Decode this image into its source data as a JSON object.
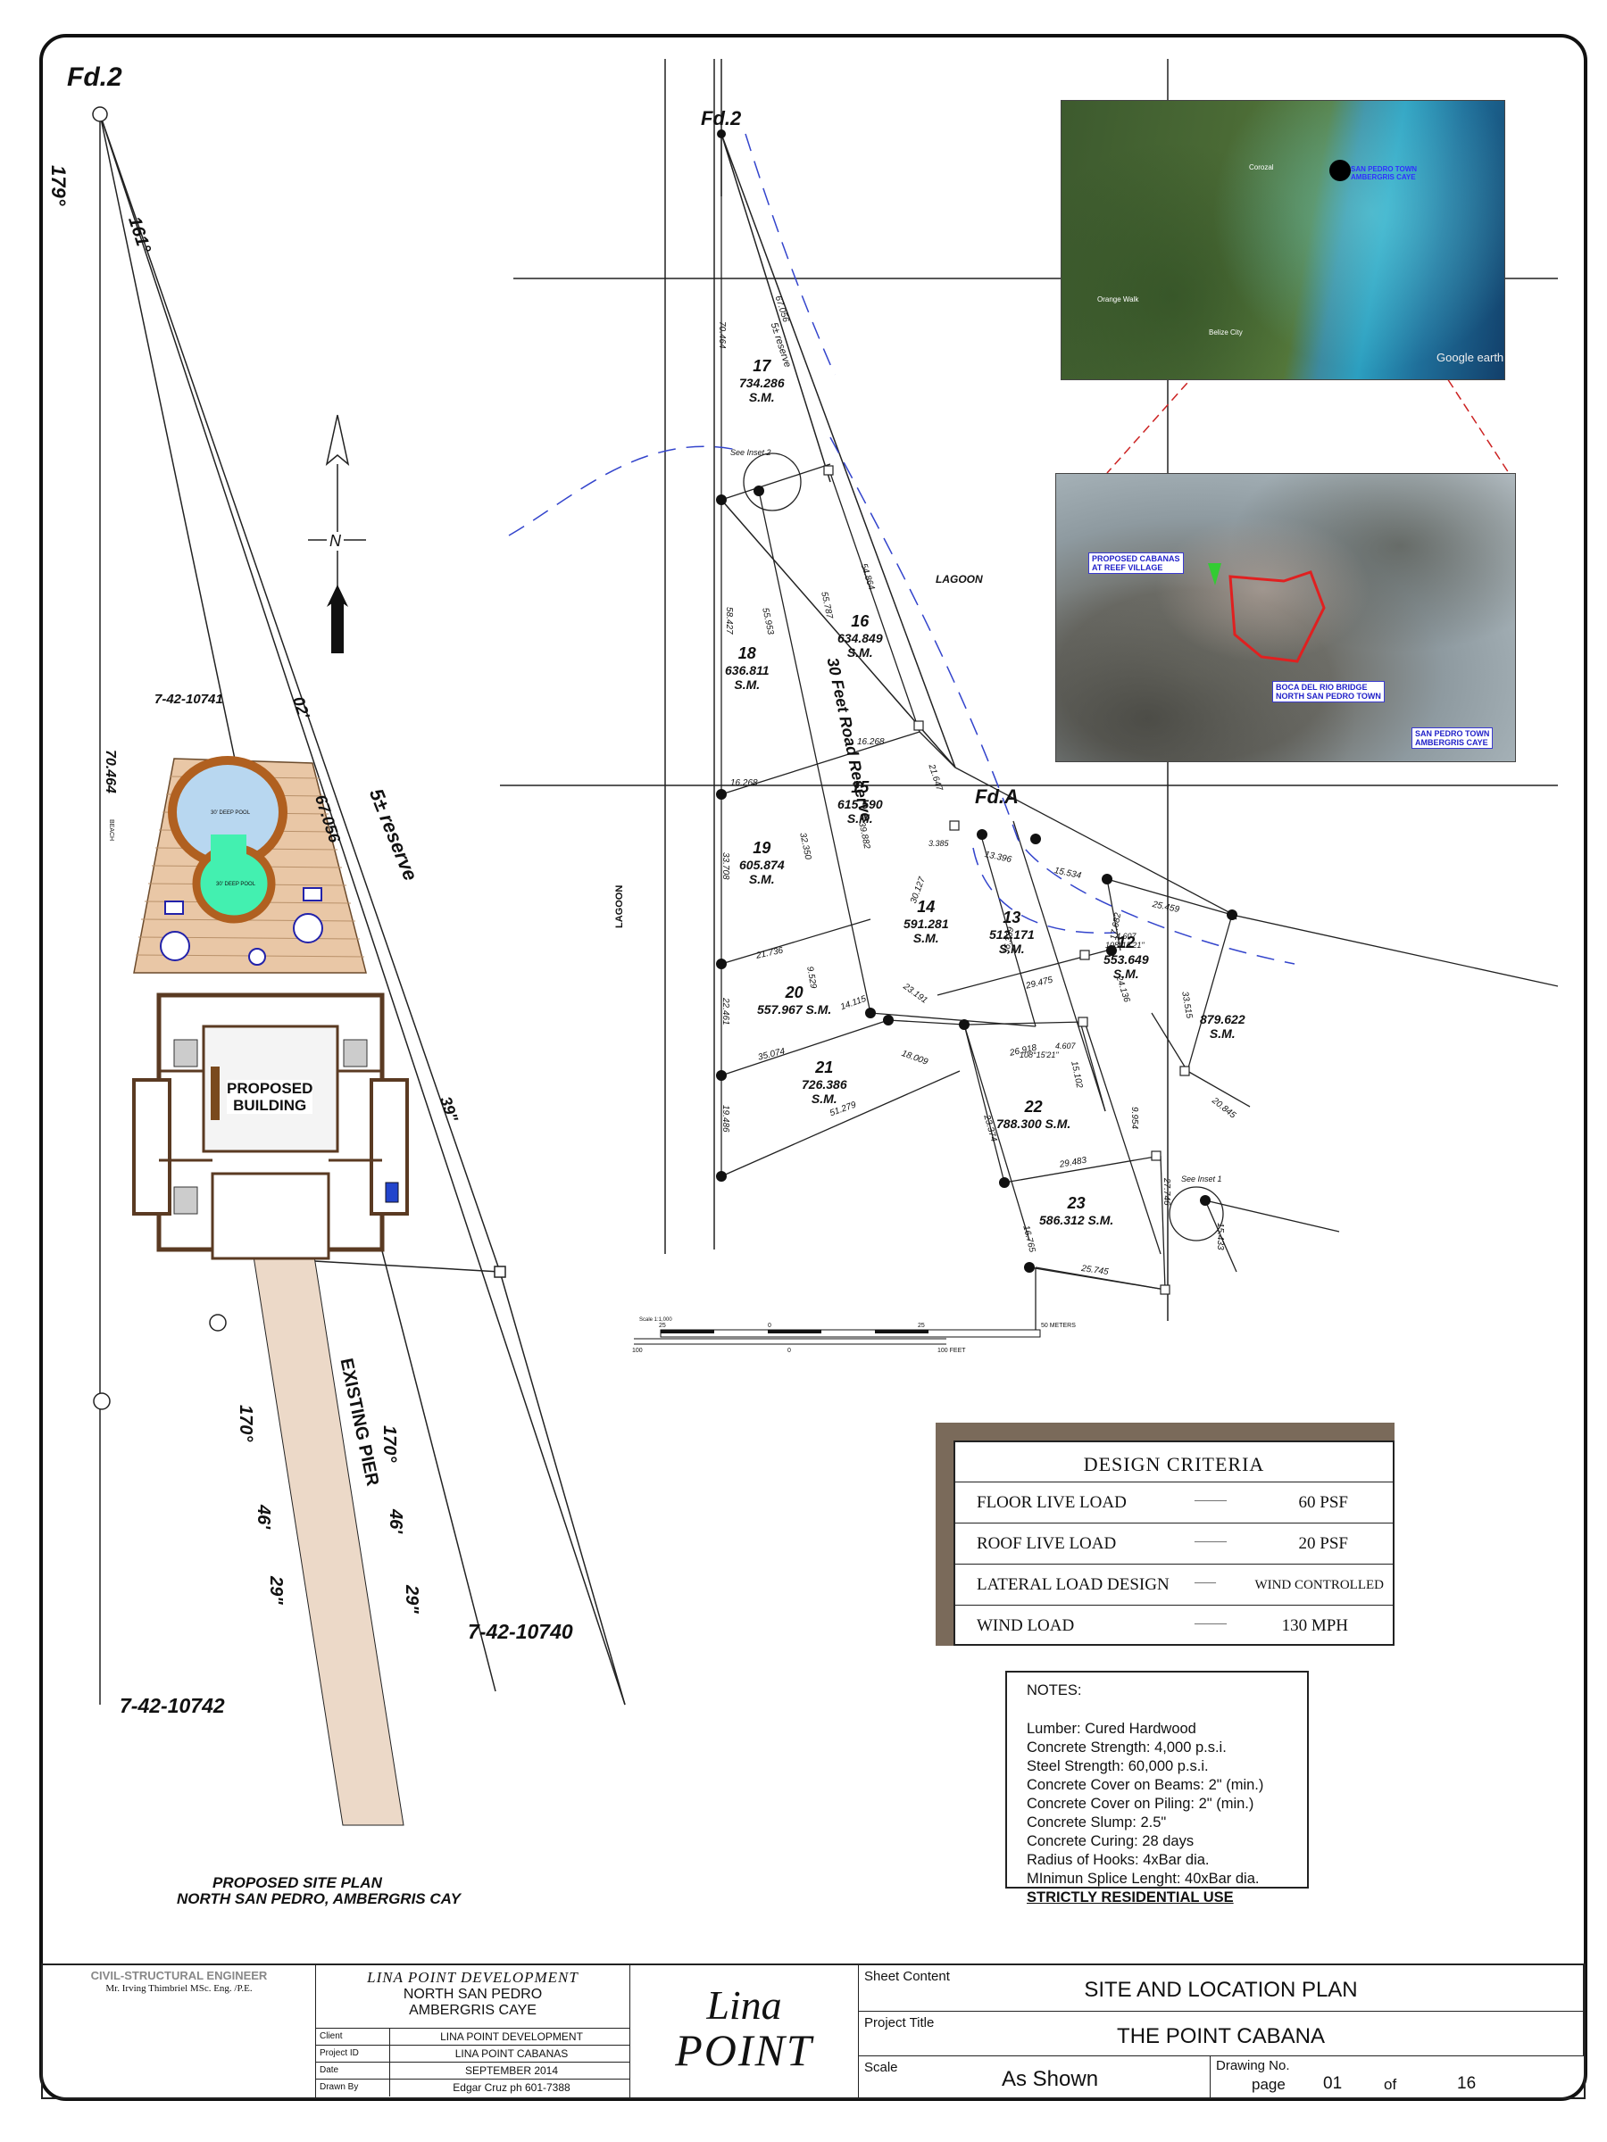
{
  "sheet_labels": {
    "fd2_top_left": "Fd.2",
    "fd2_plan": "Fd.2",
    "fda": "Fd.A",
    "north_arrow": "N",
    "parcel_north": "7-42-10741",
    "parcel_east": "7-42-10740",
    "parcel_west": "7-42-10742",
    "reserve_label": "5± reserve",
    "reserve_small": "5± reserve",
    "existing_pier": "EXISTING PIER",
    "proposed_building": "PROPOSED\nBUILDING",
    "lagoon_1": "LAGOON",
    "lagoon_2": "LAGOON",
    "road_reserve": "30 Feet Road Reserve",
    "see_inset_1": "See Inset 1",
    "see_inset_2": "See Inset 2",
    "site_plan_title_1": "PROPOSED SITE PLAN",
    "site_plan_title_2": "NORTH SAN PEDRO, AMBERGRIS CAY"
  },
  "bearings_left": {
    "b179": "179°",
    "b161": "161°",
    "b02": "02'",
    "b67056": "67.056",
    "b70464": "70.464",
    "b39": "39\"",
    "b170a": "170°",
    "b170b": "170°",
    "b46a": "46'",
    "b46b": "46'",
    "b29a": "29\"",
    "b29b": "29\"",
    "beach": "BEACH",
    "deep_pool": "30' DEEP POOL",
    "shallow_pool": "30' DEEP POOL"
  },
  "lots": [
    {
      "num": "17",
      "area": "734.286",
      "unit": "S.M."
    },
    {
      "num": "16",
      "area": "634.849",
      "unit": "S.M."
    },
    {
      "num": "18",
      "area": "636.811",
      "unit": "S.M."
    },
    {
      "num": "15",
      "area": "615.590",
      "unit": "S.M."
    },
    {
      "num": "19",
      "area": "605.874",
      "unit": "S.M."
    },
    {
      "num": "14",
      "area": "591.281",
      "unit": "S.M."
    },
    {
      "num": "13",
      "area": "512.171",
      "unit": "S.M."
    },
    {
      "num": "12",
      "area": "553.649",
      "unit": "S.M."
    },
    {
      "num": "20",
      "area": "557.967 S.M.",
      "unit": ""
    },
    {
      "num": "21",
      "area": "726.386",
      "unit": "S.M."
    },
    {
      "num": "22",
      "area": "788.300 S.M.",
      "unit": ""
    },
    {
      "num": "23",
      "area": "586.312 S.M.",
      "unit": ""
    },
    {
      "num": "",
      "area": "879.622",
      "unit": "S.M."
    }
  ],
  "dims": {
    "d1": "70.464",
    "d2": "67.056",
    "d3": "58.427",
    "d4": "55.953",
    "d5": "55.787",
    "d6": "54.864",
    "d7": "16.268",
    "d8": "16.268",
    "d9": "39.882",
    "d10": "32.350",
    "d11": "33.708",
    "d12": "21.647",
    "d13": "13.396",
    "d14": "15.534",
    "d15": "25.459",
    "d16": "30.127",
    "d17": "36.339",
    "d18": "17.682",
    "d19": "33.515",
    "d20": "21.736",
    "d21": "9.529",
    "d22": "23.191",
    "d23": "29.475",
    "d24": "24.136",
    "d25": "22.461",
    "d26": "35.074",
    "d27": "14.115",
    "d28": "18.009",
    "d29": "26.918",
    "d30": "15.102",
    "d31": "9.954",
    "d32": "20.845",
    "d33": "19.486",
    "d34": "51.279",
    "d35": "23.374",
    "d36": "29.483",
    "d37": "27.746",
    "d38": "16.765",
    "d39": "25.745",
    "d40": "15.433",
    "d41": "3.385",
    "d42": "4.607",
    "d43": "4.607",
    "d44": "108°15'21\"",
    "d45": "108°15'21\""
  },
  "maps": {
    "map1_label": "SAN PEDRO TOWN\nAMBERGRIS CAYE",
    "map1_brand": "Google earth",
    "map1_place1": "Orange Walk",
    "map1_place2": "Corozal",
    "map1_place3": "Belize City",
    "map2_label1": "PROPOSED CABANAS\nAT REEF VILLAGE",
    "map2_label2": "BOCA DEL RIO BRIDGE\nNORTH SAN PEDRO TOWN",
    "map2_label3": "SAN PEDRO TOWN\nAMBERGRIS CAYE"
  },
  "scale_bar": {
    "title": "Scale 1:1,000",
    "m_ticks": [
      "25",
      "0",
      "25",
      "50 METERS"
    ],
    "ft_ticks": [
      "100",
      "0",
      "100 FEET"
    ]
  },
  "design_criteria": {
    "title": "DESIGN CRITERIA",
    "rows": [
      {
        "label": "FLOOR LIVE LOAD",
        "dash": "———",
        "value": "60 PSF"
      },
      {
        "label": "ROOF LIVE LOAD",
        "dash": "———",
        "value": "20 PSF"
      },
      {
        "label": "LATERAL LOAD DESIGN",
        "dash": "——",
        "value": "WIND CONTROLLED"
      },
      {
        "label": "WIND LOAD",
        "dash": "———",
        "value": "130 MPH"
      }
    ]
  },
  "notes": {
    "title": "NOTES:",
    "lines": [
      "Lumber:  Cured Hardwood",
      "Concrete Strength:  4,000 p.s.i.",
      "Steel Strength:  60,000 p.s.i.",
      "Concrete Cover on Beams: 2\"  (min.)",
      "Concrete Cover on Piling: 2\" (min.)",
      "Concrete Slump: 2.5\"",
      "Concrete Curing:  28 days",
      "Radius of Hooks:  4xBar dia.",
      "MInimun Splice Lenght:  40xBar dia."
    ],
    "use": "STRICTLY RESIDENTIAL USE"
  },
  "title_block": {
    "engineer_heading": "CIVIL-STRUCTURAL ENGINEER",
    "engineer_name": "Mr. Irving Thimbriel MSc. Eng. /P.E.",
    "dev_title": "LINA POINT DEVELOPMENT",
    "dev_loc1": "NORTH SAN PEDRO",
    "dev_loc2": "AMBERGRIS CAYE",
    "client_label": "Client",
    "client_value": "LINA POINT DEVELOPMENT",
    "project_id_label": "Project ID",
    "project_id_value": "LINA POINT CABANAS",
    "date_label": "Date",
    "date_value": "SEPTEMBER 2014",
    "drawn_label": "Drawn By",
    "drawn_value": "Edgar Cruz  ph 601-7388",
    "logo_line1": "Lina",
    "logo_line2": "POINT",
    "sheet_content_label": "Sheet Content",
    "sheet_content_value": "SITE AND LOCATION PLAN",
    "project_title_label": "Project Title",
    "project_title_value": "THE POINT CABANA",
    "scale_label": "Scale",
    "scale_value": "As Shown",
    "drawing_no_label": "Drawing No.",
    "page_word": "page",
    "page_num": "01",
    "of_word": "of",
    "page_total": "16"
  }
}
